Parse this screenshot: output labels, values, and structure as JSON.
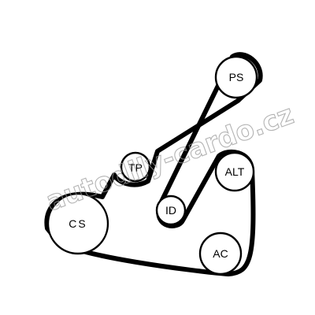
{
  "diagram": {
    "pulleys": {
      "ps": {
        "label": "PS"
      },
      "tp": {
        "label": "TP"
      },
      "alt": {
        "label": "ALT"
      },
      "id": {
        "label": "ID"
      },
      "cs": {
        "label": "CS"
      },
      "ac": {
        "label": "AC"
      }
    },
    "colors": {
      "belt": "#000000",
      "pulley_fill": "#ffffff",
      "watermark": "#9a9a9a"
    }
  },
  "watermark": {
    "text": "autodily-cardo.cz"
  }
}
